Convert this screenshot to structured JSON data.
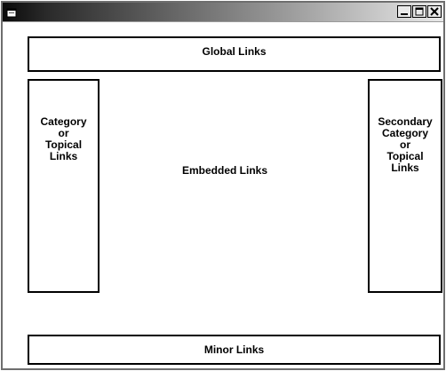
{
  "window": {
    "title": "",
    "minimize_icon": "minimize-icon",
    "maximize_icon": "maximize-icon",
    "close_icon": "close-icon",
    "app_icon": "window-app-icon"
  },
  "regions": {
    "global": "Global Links",
    "left": "Category\nor\nTopical\nLinks",
    "center": "Embedded Links",
    "right": "Secondary\nCategory\nor\nTopical\nLinks",
    "minor": "Minor Links"
  }
}
